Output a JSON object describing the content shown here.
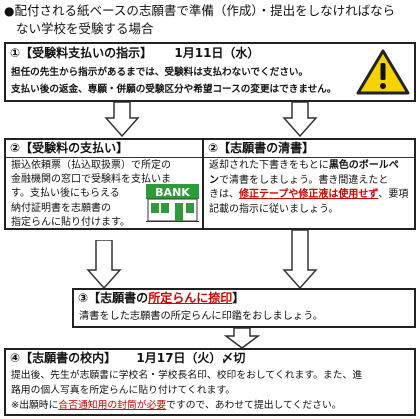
{
  "intro": {
    "bullet": "●",
    "line1": "配付される紙ベースの志願書で準備（作成）・提出をしなければなら",
    "line2": "ない学校を受験する場合"
  },
  "step1": {
    "num": "①",
    "title": "【受験料支払いの指示】",
    "date": "1月11日（水）",
    "line1": "担任の先生から指示があるまでは、受験料は支払わないでください。",
    "line2": "支払い後の返金、専願・併願の受験区分や希望コースの変更はできません。"
  },
  "step2": {
    "num": "②",
    "title": "【受験料の支払い】",
    "lines": [
      "振込依頼票（払込取扱票）で所定の",
      "金融機関の窓口で受験料を支払いま",
      "す。支払い後にもらえる",
      "納付証明書を志願書の",
      "指定らんに貼り付けます。"
    ],
    "bank_label": "BANK"
  },
  "step2b": {
    "num": "②",
    "title": "【志願書の清書】",
    "line1a": "返却された下書きをもとに",
    "line1b": "黒色のボールペ",
    "line2a": "ン",
    "line2b": "で清書をしましょう。書き間違えたと",
    "line3a": "きは、",
    "line3b": "修正テープや修正液は使用せず",
    "line3c": "、要項",
    "line4": "記載の指示に従いましょう。"
  },
  "step3": {
    "num": "③",
    "title_a": "【志願書の",
    "title_b": "所定らんに捺印",
    "title_c": "】",
    "line1": "清書をした志願書の所定らんに印鑑をおしましょう。"
  },
  "step4": {
    "num": "④",
    "title": "【志願書の校内】",
    "date": "1月17日（火）〆切",
    "line1": "提出後、先生が志願書に学校名・学校長名印、校印をおしてくれます。また、進",
    "line2": "路用の個人写真を所定らんに貼り付けてくれます。",
    "line3a": "※出願時に",
    "line3b": "合否通知用の封筒が必要",
    "line3c": "ですので、あわせて提出してください。"
  },
  "colors": {
    "warning_yellow": "#f5d300",
    "bank_green": "#2f9a3a",
    "accent_red": "#d40000"
  }
}
